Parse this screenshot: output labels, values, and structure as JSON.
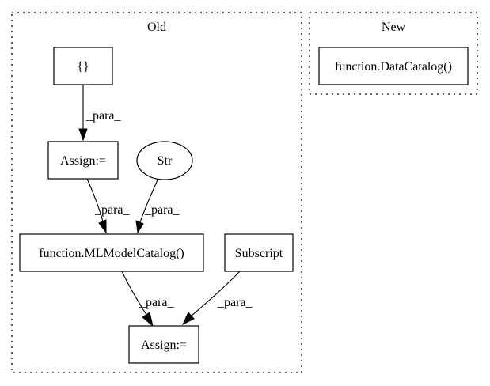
{
  "clusters": {
    "old": {
      "title": "Old"
    },
    "new": {
      "title": "New"
    }
  },
  "nodes": {
    "braces": {
      "label": "{}"
    },
    "assign_top": {
      "label": "Assign:="
    },
    "str": {
      "label": "Str"
    },
    "mlmodelcatalog": {
      "label": "function.MLModelCatalog()"
    },
    "subscript": {
      "label": "Subscript"
    },
    "assign_bottom": {
      "label": "Assign:="
    },
    "datacatalog": {
      "label": "function.DataCatalog()"
    }
  },
  "edges": {
    "braces_to_assign": {
      "label": "_para_"
    },
    "assign_to_ml": {
      "label": "_para_"
    },
    "str_to_ml": {
      "label": "_para_"
    },
    "ml_to_assign": {
      "label": "_para_"
    },
    "subscript_to_assign": {
      "label": "_para_"
    }
  }
}
